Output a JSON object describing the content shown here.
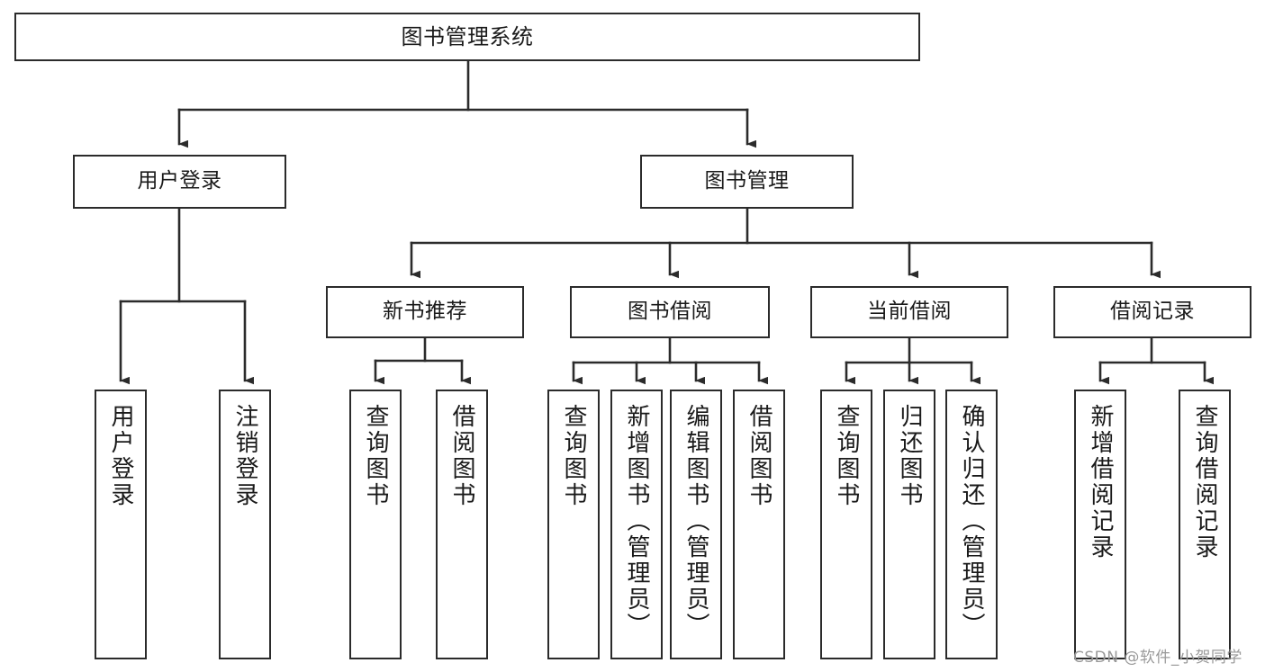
{
  "diagram": {
    "title": "图书管理系统",
    "type": "tree-hierarchy",
    "orientation": "top-down",
    "line_color": "#2b2b2b",
    "box_fill": "#ffffff",
    "text_color": "#1a1a1a",
    "watermark": "CSDN @软件_小贺同学"
  },
  "nodes": {
    "root": {
      "label": "图书管理系统"
    },
    "level2": [
      {
        "id": "user-login",
        "label": "用户登录"
      },
      {
        "id": "book-manage",
        "label": "图书管理"
      }
    ],
    "level3": [
      {
        "id": "new-book-recommend",
        "label": "新书推荐"
      },
      {
        "id": "book-borrow",
        "label": "图书借阅"
      },
      {
        "id": "current-borrow",
        "label": "当前借阅"
      },
      {
        "id": "borrow-record",
        "label": "借阅记录"
      }
    ],
    "leaves": [
      {
        "id": "leaf-user-login",
        "label": "用户登录",
        "parent": "user-login"
      },
      {
        "id": "leaf-user-logout",
        "label": "注销登录",
        "parent": "user-login"
      },
      {
        "id": "leaf-query-book-1",
        "label": "查询图书",
        "parent": "new-book-recommend"
      },
      {
        "id": "leaf-borrow-book-1",
        "label": "借阅图书",
        "parent": "new-book-recommend"
      },
      {
        "id": "leaf-query-book-2",
        "label": "查询图书",
        "parent": "book-borrow"
      },
      {
        "id": "leaf-add-book",
        "label": "新增图书（管理员）",
        "parent": "book-borrow"
      },
      {
        "id": "leaf-edit-book",
        "label": "编辑图书（管理员）",
        "parent": "book-borrow"
      },
      {
        "id": "leaf-borrow-book-2",
        "label": "借阅图书",
        "parent": "book-borrow"
      },
      {
        "id": "leaf-query-book-3",
        "label": "查询图书",
        "parent": "current-borrow"
      },
      {
        "id": "leaf-return-book",
        "label": "归还图书",
        "parent": "current-borrow"
      },
      {
        "id": "leaf-confirm-return",
        "label": "确认归还（管理员）",
        "parent": "current-borrow"
      },
      {
        "id": "leaf-add-record",
        "label": "新增借阅记录",
        "parent": "borrow-record"
      },
      {
        "id": "leaf-query-record",
        "label": "查询借阅记录",
        "parent": "borrow-record"
      }
    ]
  }
}
